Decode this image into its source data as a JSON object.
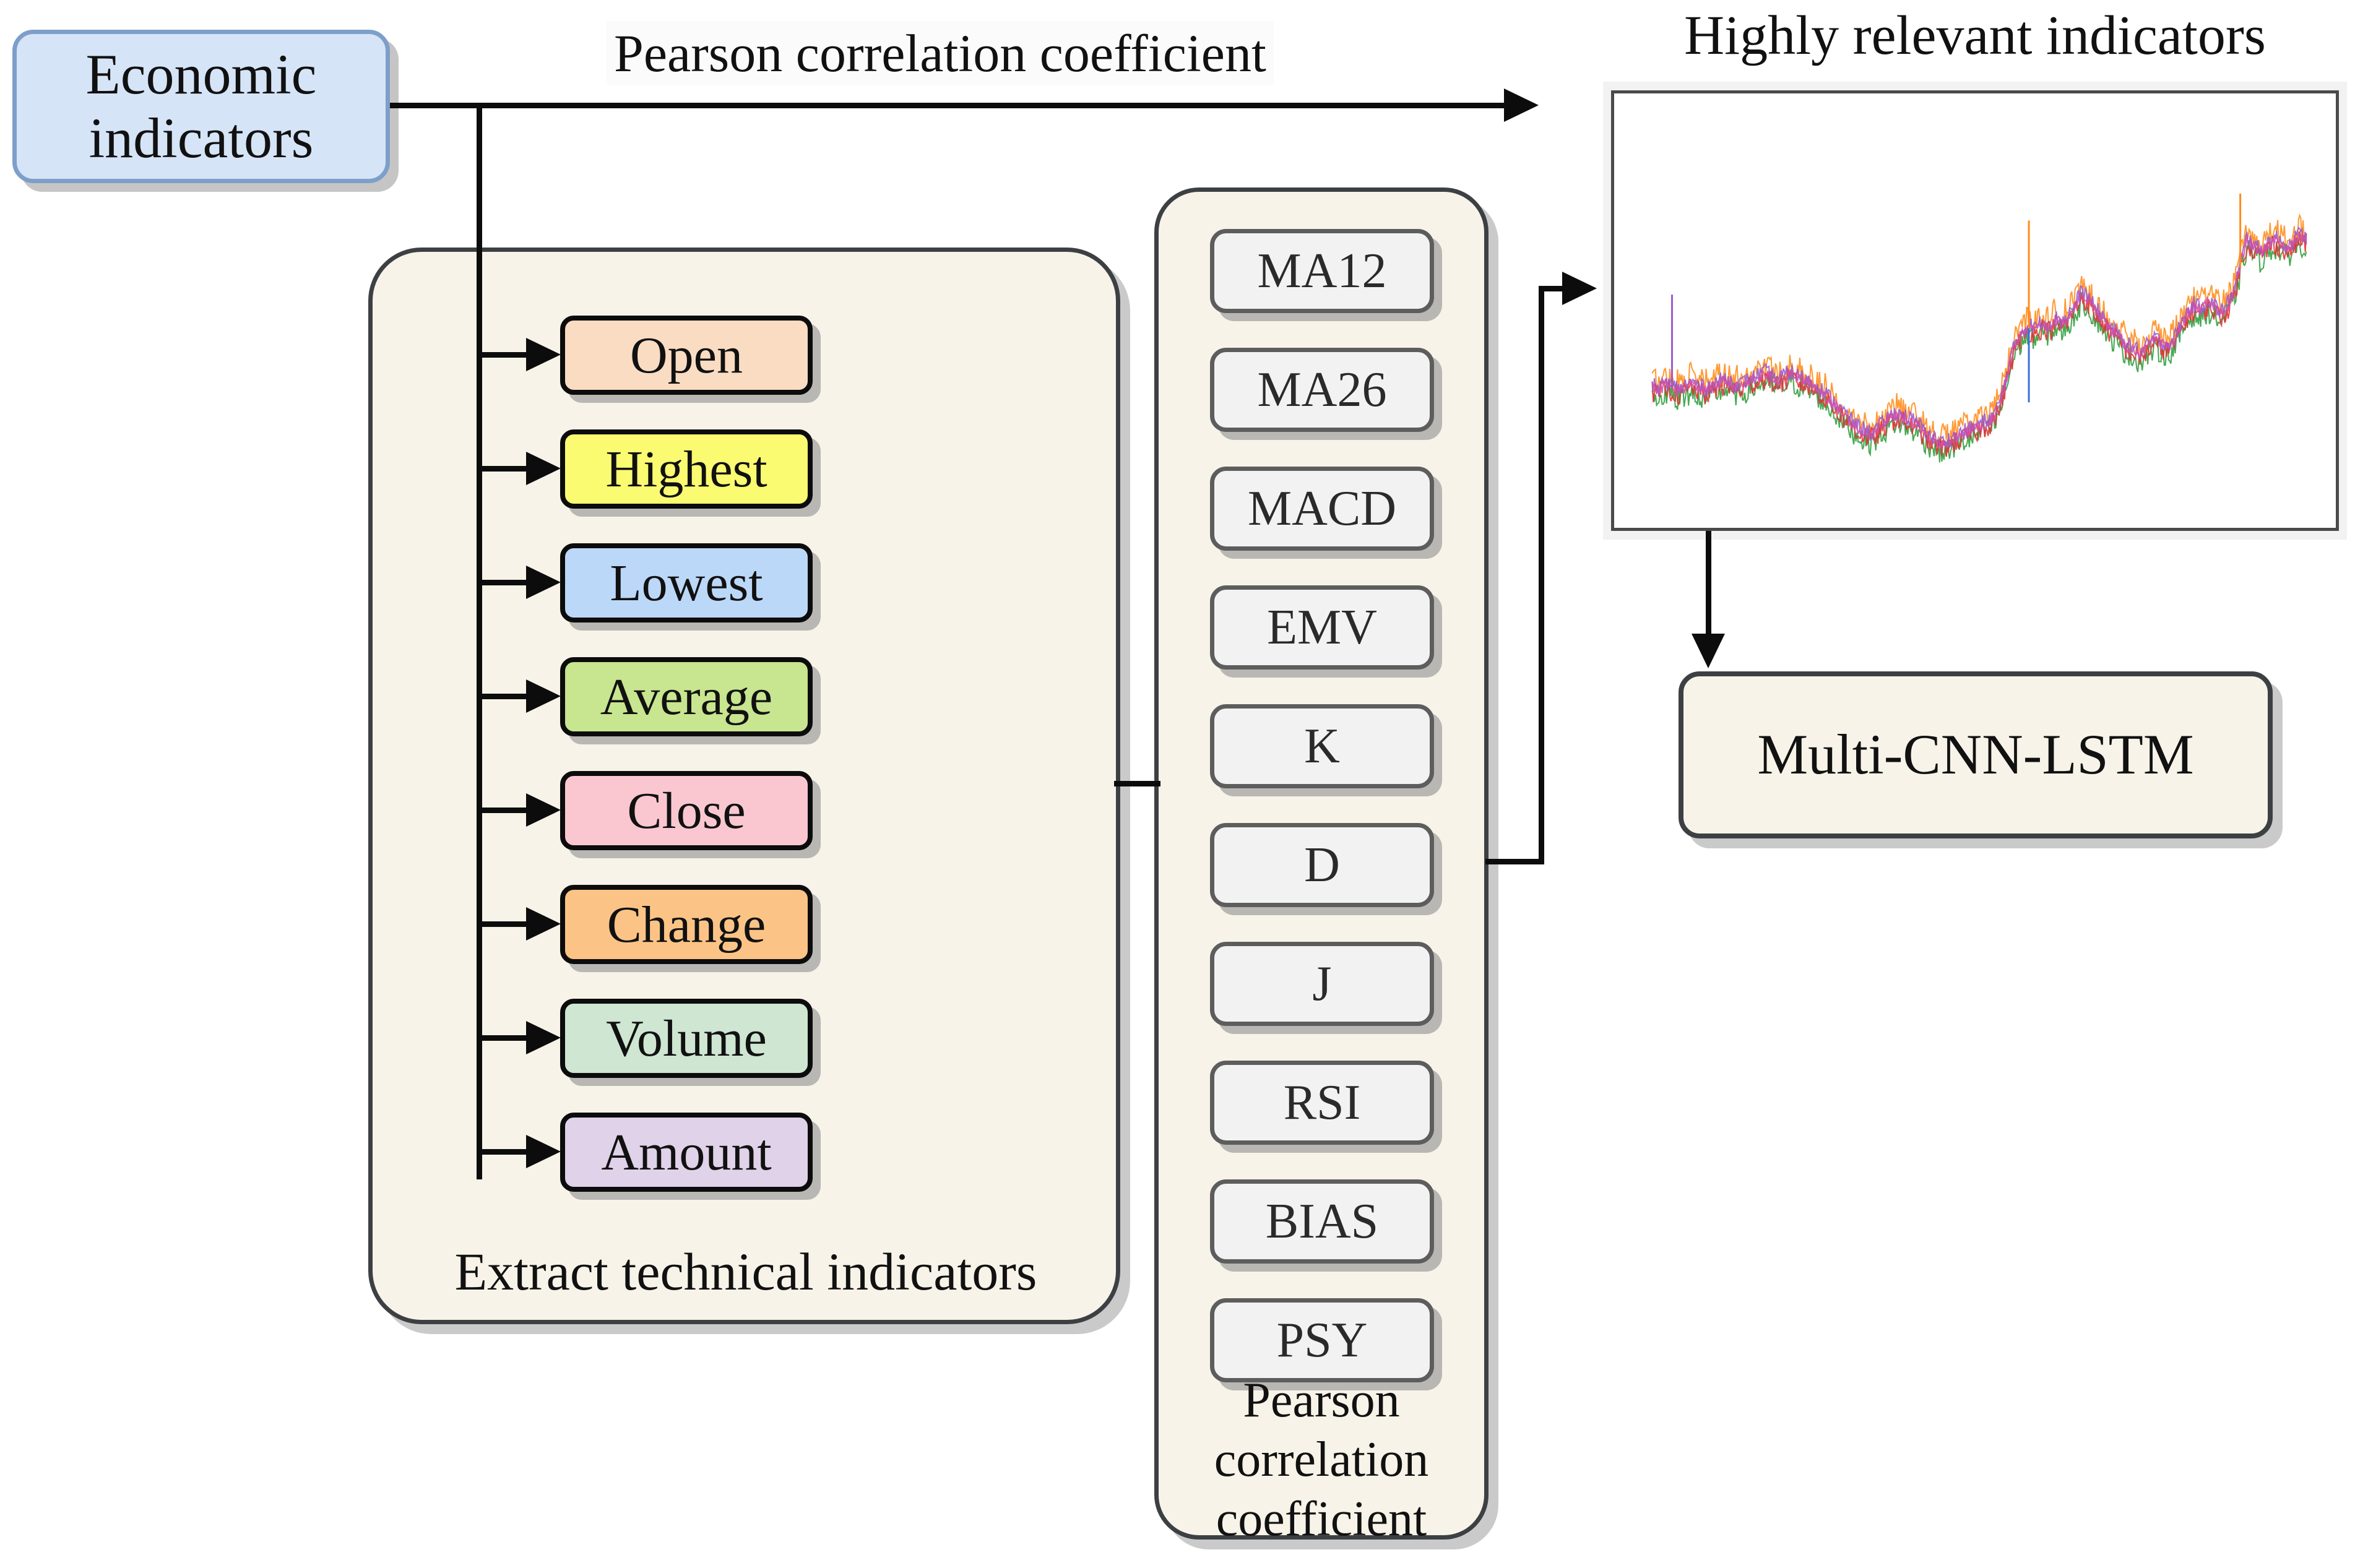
{
  "diagram": {
    "source_node": {
      "label": "Economic\nindicators",
      "fill": "#d6e4f7",
      "border": "#7d9fc9"
    },
    "top_edge_label": "Pearson correlation coefficient",
    "extract_panel": {
      "label": "Extract technical indicators",
      "fill": "#f7f3e8",
      "items": [
        {
          "label": "Open",
          "color": "#fadcc3"
        },
        {
          "label": "Highest",
          "color": "#fbfb72"
        },
        {
          "label": "Lowest",
          "color": "#bcd8f8"
        },
        {
          "label": "Average",
          "color": "#c8e58f"
        },
        {
          "label": "Close",
          "color": "#fac7d1"
        },
        {
          "label": "Change",
          "color": "#fbc486"
        },
        {
          "label": "Volume",
          "color": "#cee6d2"
        },
        {
          "label": "Amount",
          "color": "#e0d2e8"
        }
      ]
    },
    "pearson_panel": {
      "label": "Pearson\ncorrelation\ncoefficient",
      "fill": "#f7f3e8",
      "box_fill": "#f2f2f2",
      "items": [
        {
          "label": "MA12"
        },
        {
          "label": "MA26"
        },
        {
          "label": "MACD"
        },
        {
          "label": "EMV"
        },
        {
          "label": "K"
        },
        {
          "label": "D"
        },
        {
          "label": "J"
        },
        {
          "label": "RSI"
        },
        {
          "label": "BIAS"
        },
        {
          "label": "PSY"
        }
      ]
    },
    "chart_title": "Highly relevant indicators",
    "model_node": {
      "label": "Multi-CNN-LSTM",
      "fill": "#f7f3e8"
    }
  },
  "chart_data": {
    "type": "line",
    "title": "Highly relevant indicators",
    "xlabel": "",
    "ylabel": "",
    "grid": false,
    "legend": "none",
    "axis_ticks": "none",
    "xlim": [
      0,
      100
    ],
    "ylim": [
      0,
      100
    ],
    "series": [
      {
        "name": "series-orange",
        "color": "#ff8c1a"
      },
      {
        "name": "series-green",
        "color": "#2e9e3c"
      },
      {
        "name": "series-red",
        "color": "#e03232"
      },
      {
        "name": "series-purple",
        "color": "#9b59d0"
      },
      {
        "name": "series-blue",
        "color": "#3a6fd8"
      },
      {
        "name": "series-magenta",
        "color": "#cf4fa8"
      }
    ],
    "baseline": [
      34,
      33,
      35,
      34,
      33,
      34,
      35,
      34,
      33,
      34,
      35,
      36,
      35,
      34,
      35,
      36,
      37,
      38,
      37,
      36,
      37,
      38,
      37,
      36,
      35,
      34,
      32,
      30,
      28,
      26,
      24,
      22,
      21,
      20,
      21,
      23,
      25,
      26,
      25,
      24,
      23,
      21,
      19,
      18,
      17,
      18,
      19,
      20,
      21,
      22,
      23,
      24,
      26,
      32,
      40,
      47,
      50,
      52,
      51,
      53,
      52,
      54,
      53,
      55,
      58,
      62,
      60,
      57,
      55,
      52,
      50,
      48,
      46,
      45,
      44,
      46,
      48,
      47,
      46,
      48,
      52,
      56,
      58,
      57,
      59,
      58,
      56,
      58,
      62,
      70,
      78,
      76,
      74,
      76,
      78,
      77,
      75,
      77,
      79,
      78
    ],
    "noise_amplitude": 6,
    "spikes": [
      {
        "x": 3,
        "height": 62,
        "color": "#9b59d0"
      },
      {
        "x": 57,
        "height": 84,
        "color": "#ff8c1a"
      },
      {
        "x": 57,
        "height": 30,
        "color": "#3a6fd8"
      },
      {
        "x": 89,
        "height": 92,
        "color": "#ff8c1a"
      }
    ]
  }
}
